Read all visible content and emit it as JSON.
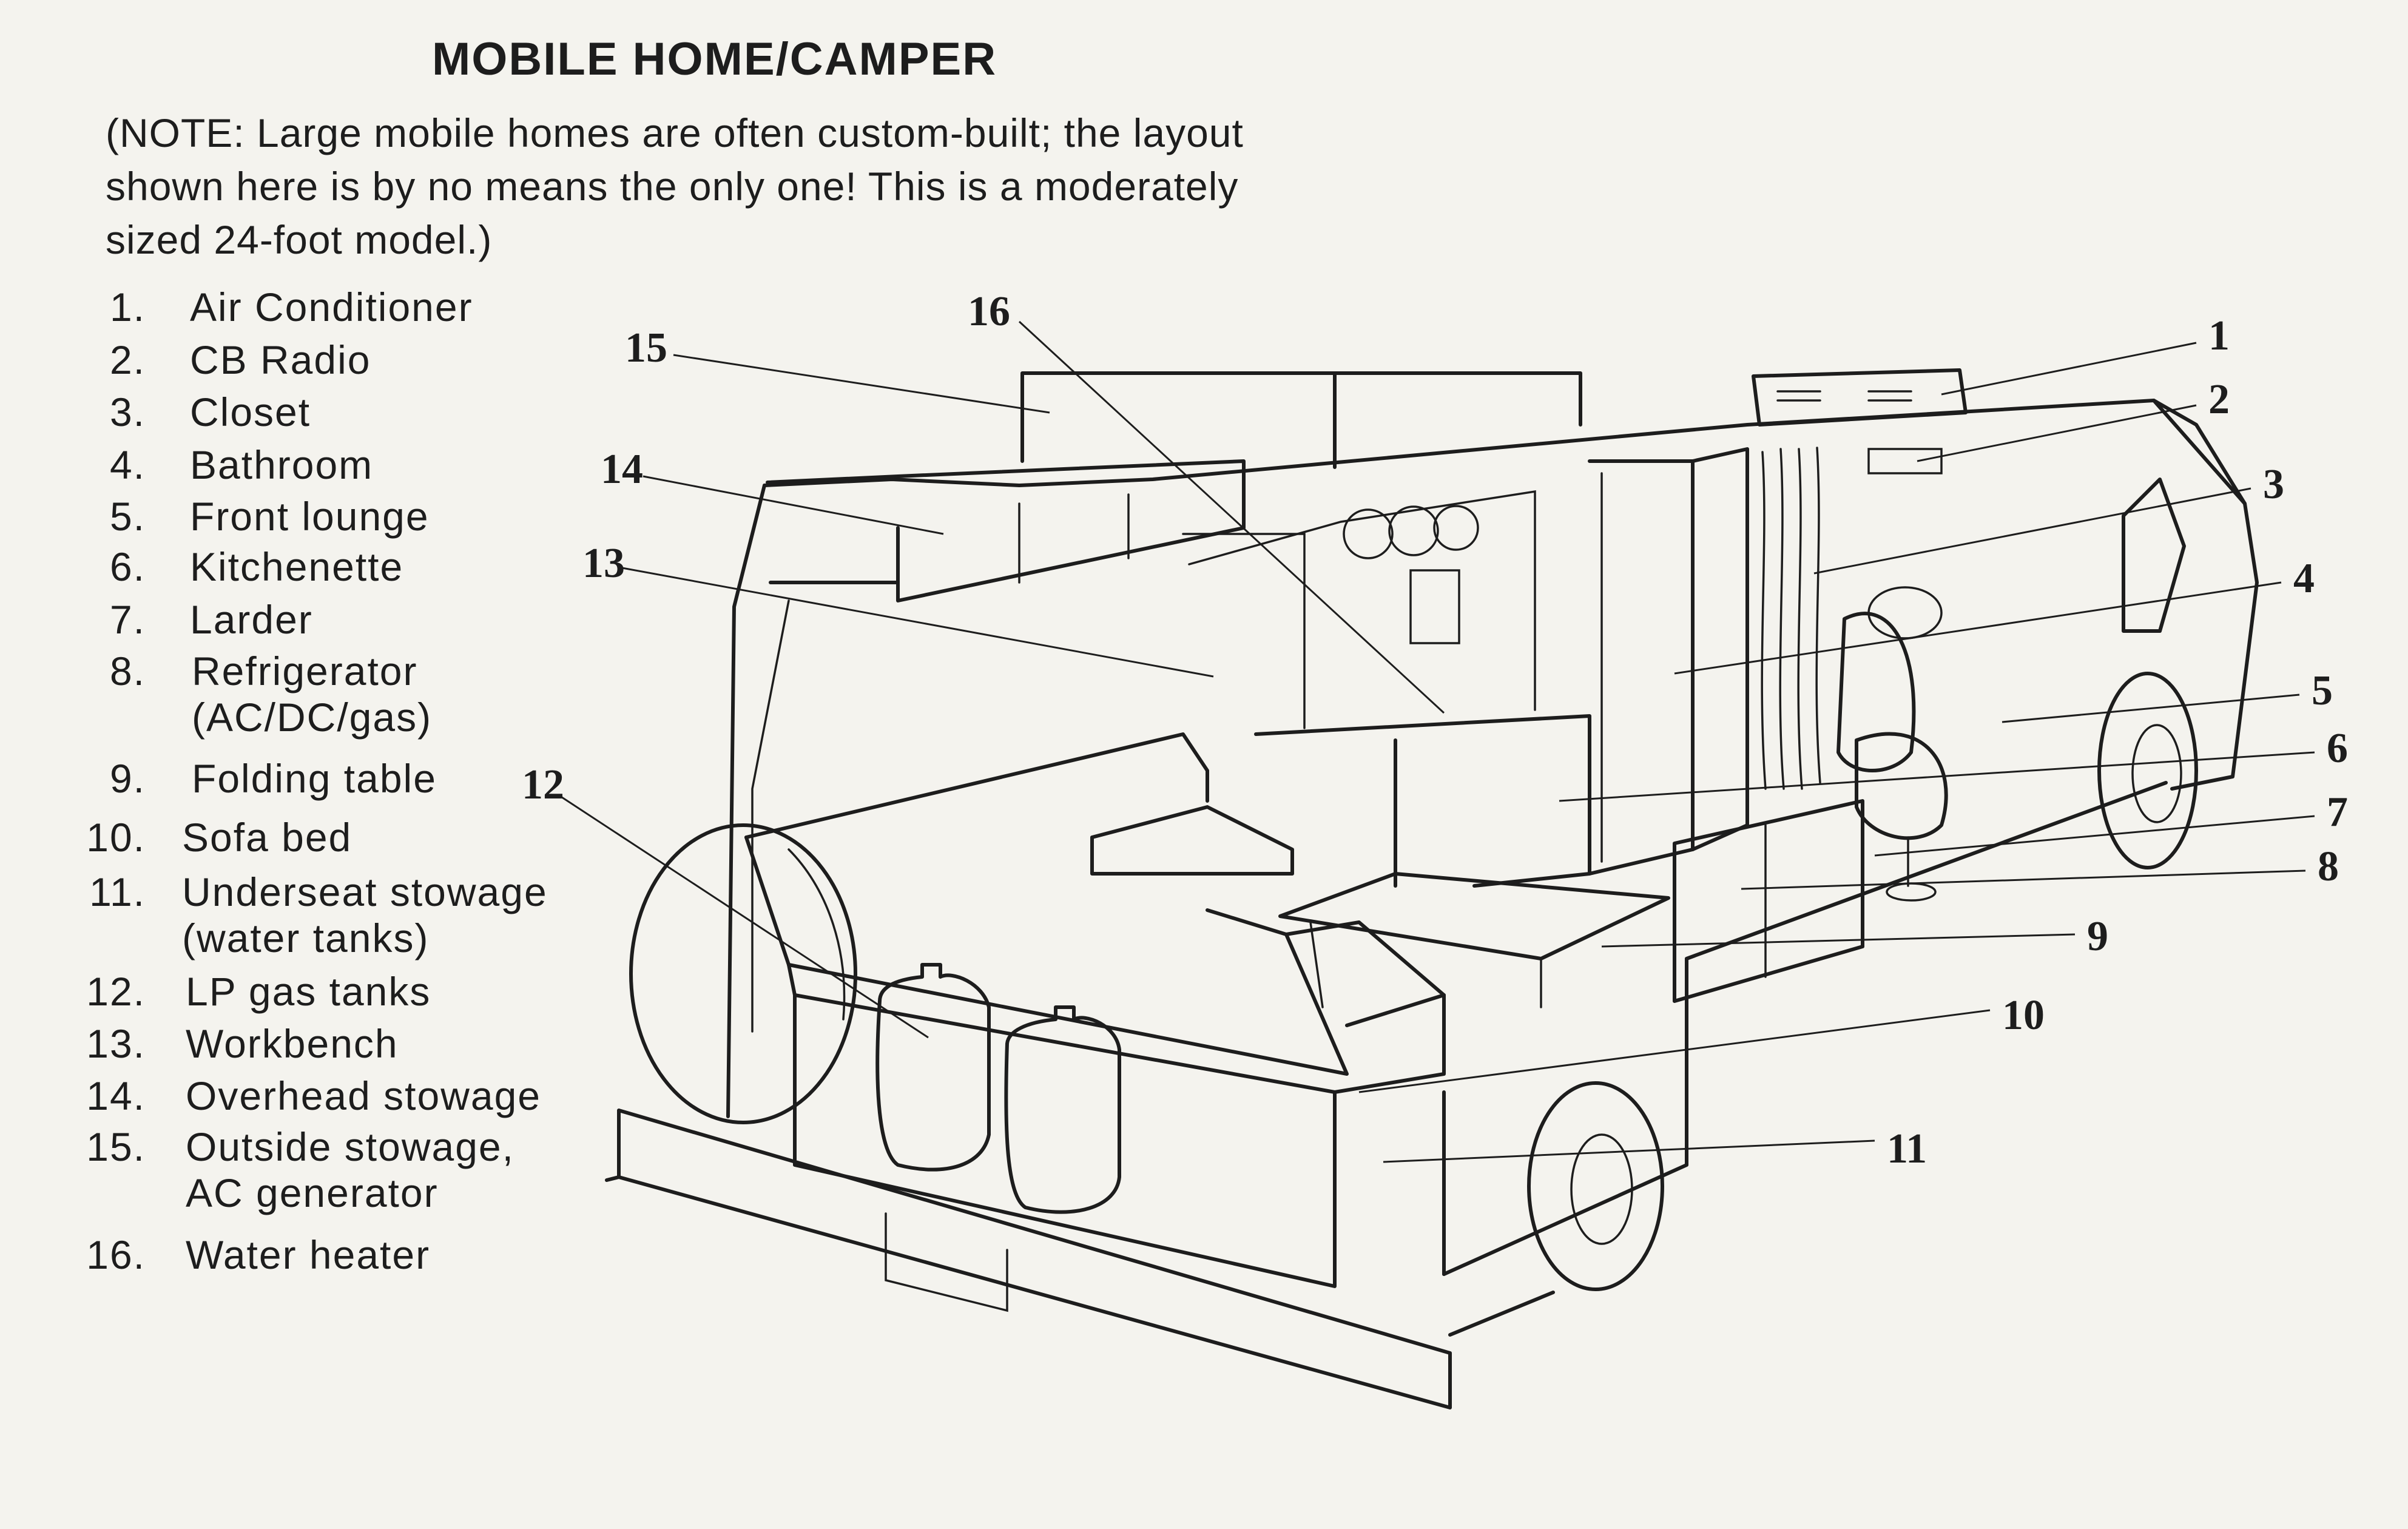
{
  "title": "MOBILE HOME/CAMPER",
  "note_lines": [
    "(NOTE: Large mobile homes are often custom-built; the layout",
    "shown here is by no means the only one! This is a moderately",
    "sized 24-foot model.)"
  ],
  "legend": [
    {
      "num": "1.",
      "lines": [
        "Air Conditioner"
      ]
    },
    {
      "num": "2.",
      "lines": [
        "CB Radio"
      ]
    },
    {
      "num": "3.",
      "lines": [
        "Closet"
      ]
    },
    {
      "num": "4.",
      "lines": [
        "Bathroom"
      ]
    },
    {
      "num": "5.",
      "lines": [
        "Front lounge"
      ]
    },
    {
      "num": "6.",
      "lines": [
        "Kitchenette"
      ]
    },
    {
      "num": "7.",
      "lines": [
        "Larder"
      ]
    },
    {
      "num": "8.",
      "lines": [
        "Refrigerator",
        "(AC/DC/gas)"
      ]
    },
    {
      "num": "9.",
      "lines": [
        "Folding table"
      ]
    },
    {
      "num": "10.",
      "lines": [
        "Sofa bed"
      ]
    },
    {
      "num": "11.",
      "lines": [
        "Underseat stowage",
        "(water tanks)"
      ]
    },
    {
      "num": "12.",
      "lines": [
        "LP gas tanks"
      ]
    },
    {
      "num": "13.",
      "lines": [
        "Workbench"
      ]
    },
    {
      "num": "14.",
      "lines": [
        "Overhead stowage"
      ]
    },
    {
      "num": "15.",
      "lines": [
        "Outside stowage,",
        "AC generator"
      ]
    },
    {
      "num": "16.",
      "lines": [
        "Water heater"
      ]
    }
  ],
  "callouts": [
    "1",
    "2",
    "3",
    "4",
    "5",
    "6",
    "7",
    "8",
    "9",
    "10",
    "11",
    "12",
    "13",
    "14",
    "15",
    "16"
  ]
}
